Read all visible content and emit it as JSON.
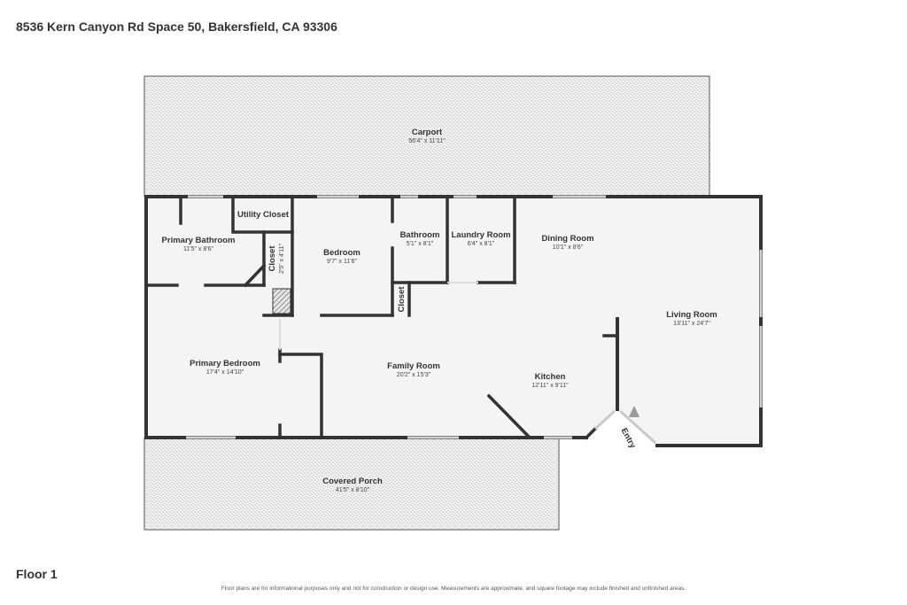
{
  "header": {
    "address": "8536 Kern Canyon Rd Space 50, Bakersfield, CA 93306"
  },
  "floor": {
    "label": "Floor 1"
  },
  "disclaimer": "Floor plans are for informational purposes only and not for construction or design use. Measurements are approximate, and square footage may include finished and unfinished areas.",
  "rooms": {
    "carport": {
      "name": "Carport",
      "dim": "56'4\" x 11'11\""
    },
    "primary_bathroom": {
      "name": "Primary Bathroom",
      "dim": "11'5\" x 8'6\""
    },
    "utility_closet": {
      "name": "Utility Closet"
    },
    "closet_a": {
      "name": "Closet",
      "dim": "2'5\" x 4'11\""
    },
    "bedroom": {
      "name": "Bedroom",
      "dim": "9'7\" x 11'6\""
    },
    "bathroom": {
      "name": "Bathroom",
      "dim": "5'1\" x 8'1\""
    },
    "laundry_room": {
      "name": "Laundry Room",
      "dim": "6'4\" x 8'1\""
    },
    "closet_b": {
      "name": "Closet"
    },
    "dining_room": {
      "name": "Dining Room",
      "dim": "10'1\" x 8'6\""
    },
    "living_room": {
      "name": "Living Room",
      "dim": "13'11\" x 24'7\""
    },
    "primary_bedroom": {
      "name": "Primary Bedroom",
      "dim": "17'4\" x 14'10\""
    },
    "family_room": {
      "name": "Family Room",
      "dim": "20'2\" x 15'3\""
    },
    "kitchen": {
      "name": "Kitchen",
      "dim": "12'11\" x 9'11\""
    },
    "entry": {
      "name": "Entry"
    },
    "covered_porch": {
      "name": "Covered Porch",
      "dim": "41'5\" x 8'10\""
    }
  },
  "colors": {
    "wall": "#333333",
    "floor": "#f3f3f3",
    "pattern": "#bdbdbd",
    "window": "#c9c9c9"
  }
}
